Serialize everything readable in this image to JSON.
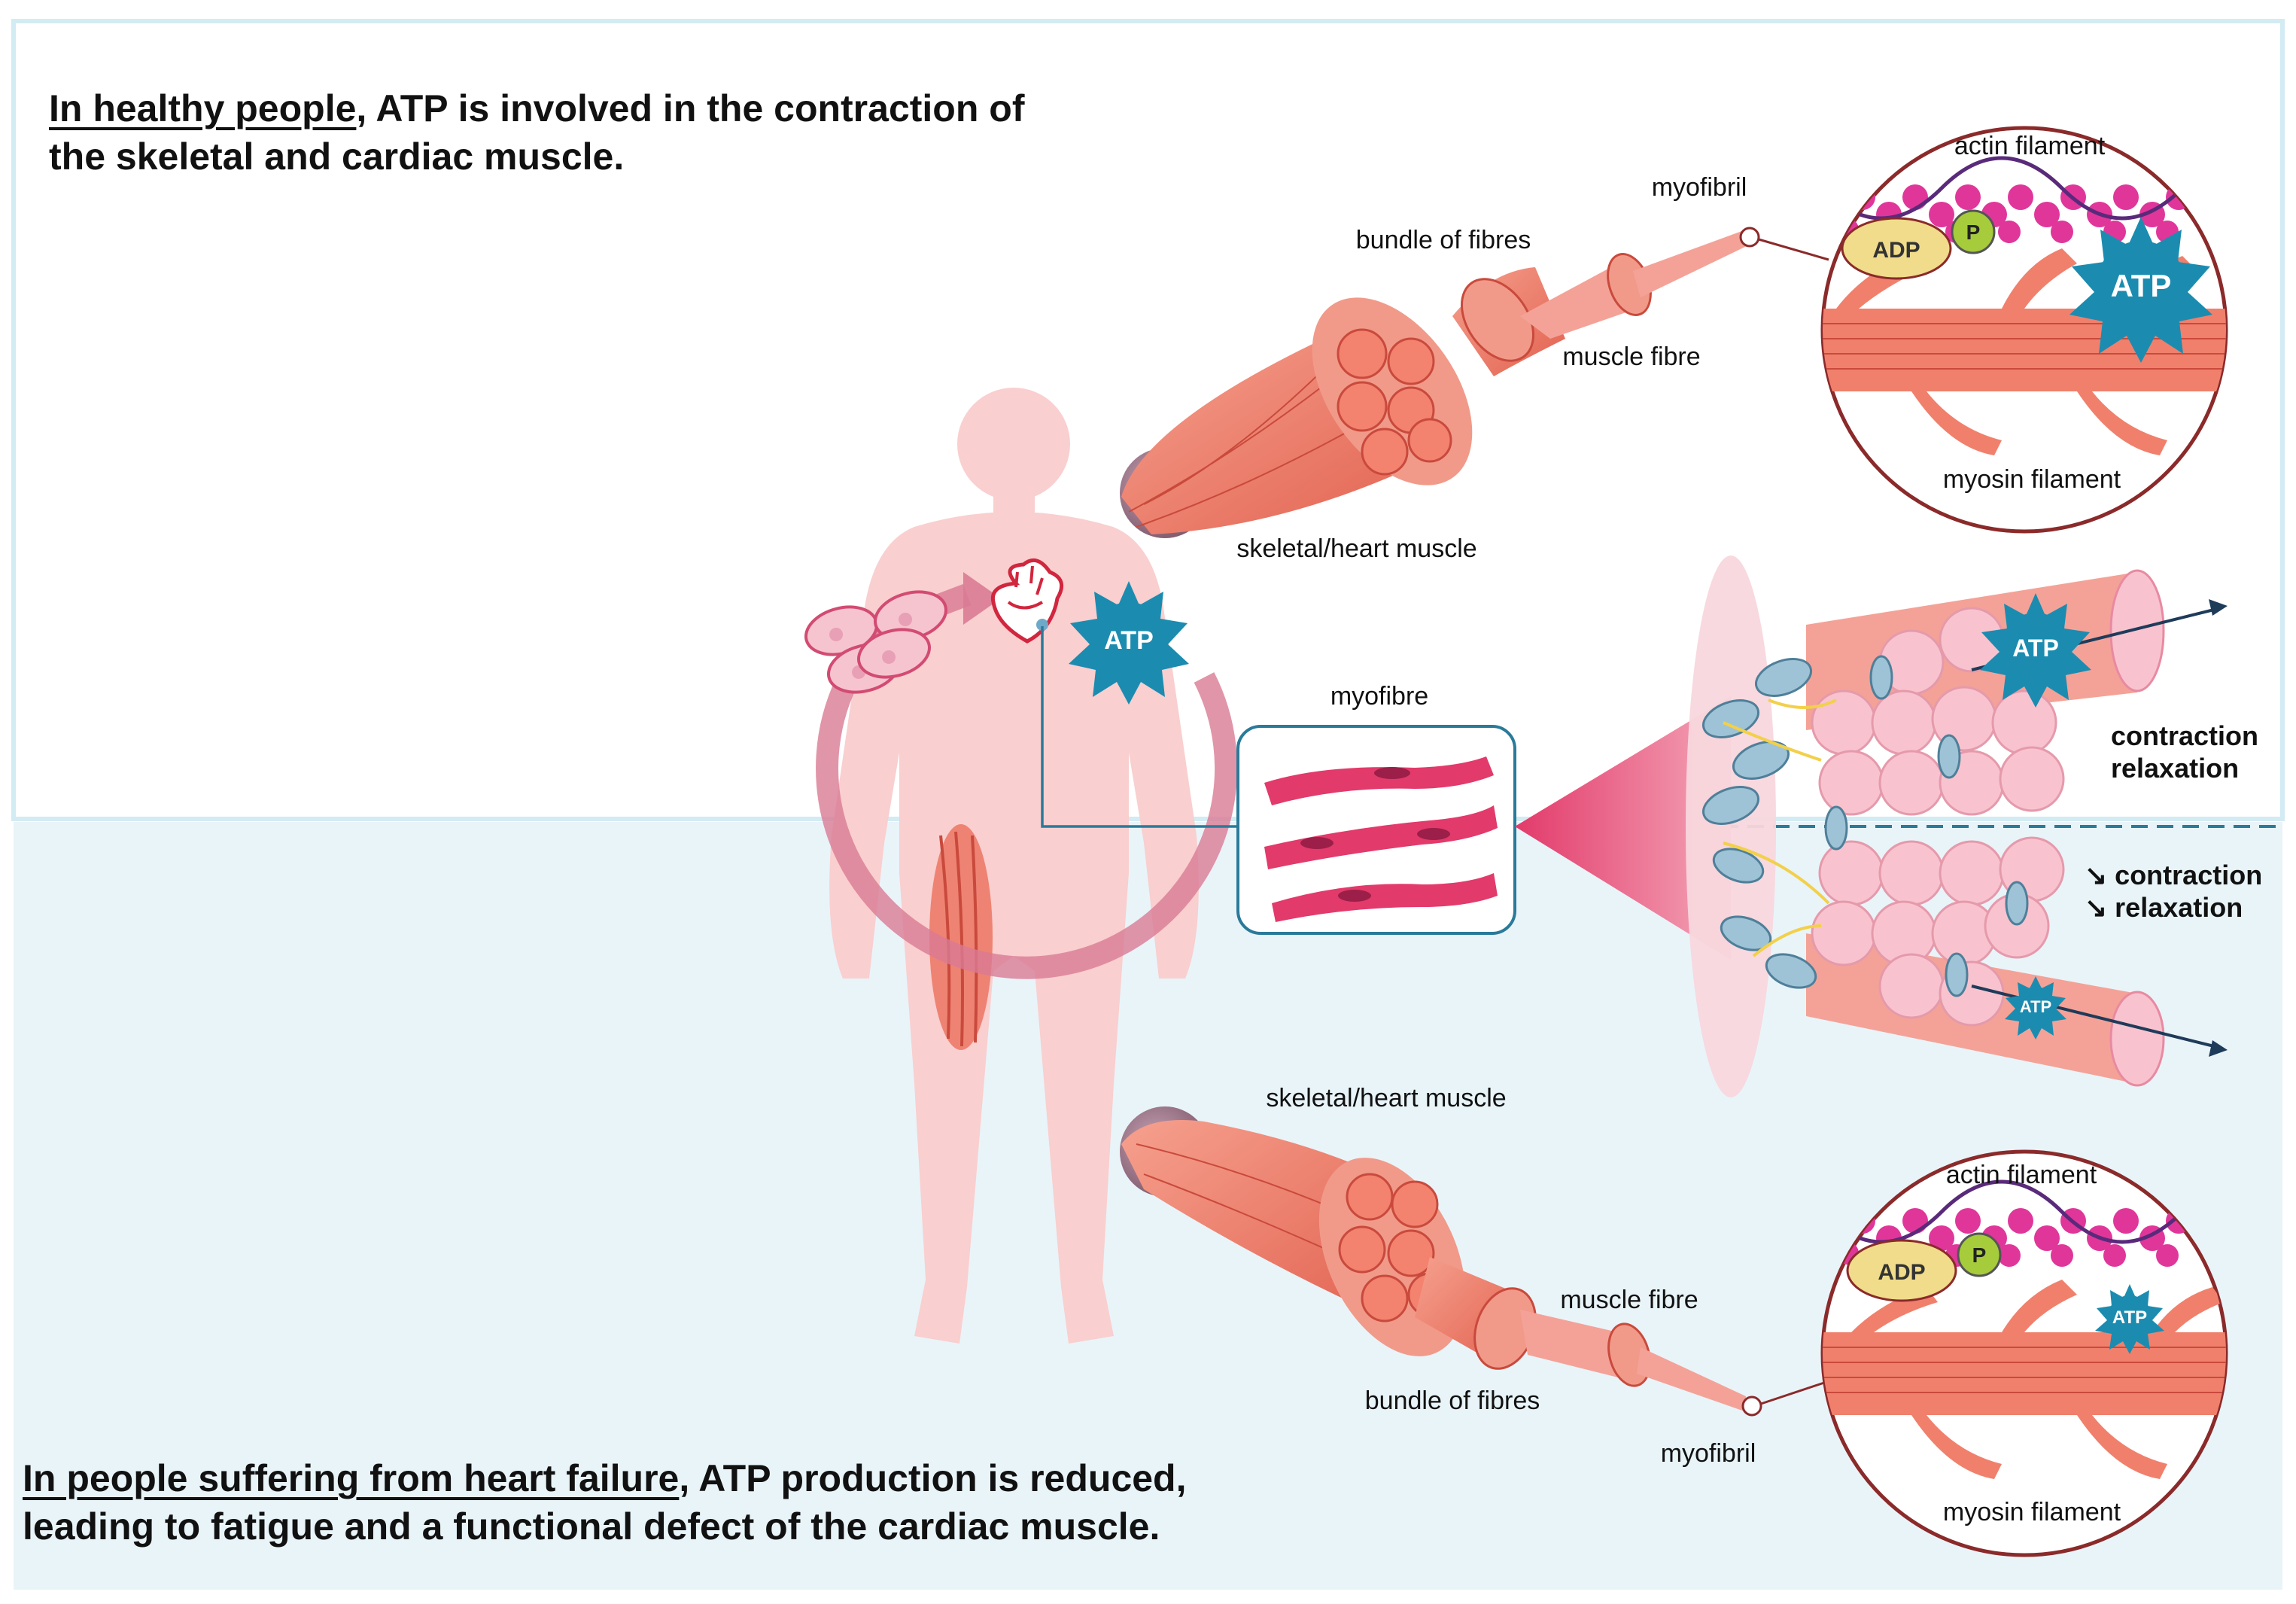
{
  "healthy": {
    "caption_lead": "In healthy people",
    "caption_rest": ", ATP is involved in the contraction of",
    "caption_line2": "the skeletal and cardiac muscle.",
    "labels": {
      "myofibril": "myofibril",
      "bundle_of_fibres": "bundle of fibres",
      "muscle_fibre": "muscle fibre",
      "skeletal_heart_muscle": "skeletal/heart muscle",
      "actin_filament": "actin filament",
      "myosin_filament": "myosin filament",
      "adp": "ADP",
      "p": "P",
      "atp": "ATP"
    },
    "states": {
      "contraction": "contraction",
      "relaxation": "relaxation"
    }
  },
  "heart_failure": {
    "caption_lead": "In people suffering from heart failure",
    "caption_rest": ", ATP production is reduced,",
    "caption_line2": "leading to fatigue and a functional defect of the cardiac muscle.",
    "labels": {
      "myofibril": "myofibril",
      "bundle_of_fibres": "bundle of fibres",
      "muscle_fibre": "muscle fibre",
      "skeletal_heart_muscle": "skeletal/heart muscle",
      "actin_filament": "actin filament",
      "myosin_filament": "myosin filament",
      "adp": "ADP",
      "p": "P",
      "atp": "ATP"
    },
    "states": {
      "contraction": "↘ contraction",
      "relaxation": "↘ relaxation"
    }
  },
  "center": {
    "myofibre": "myofibre",
    "atp_body": "ATP",
    "atp_healthy_fibre": "ATP",
    "atp_failure_fibre": "ATP"
  },
  "colors": {
    "muscle": "#f0806c",
    "muscle_dark": "#e2614f",
    "body": "#f9cfcf",
    "atp": "#1b8cb0",
    "cycle": "#d97a94",
    "bottom_panel": "#e9f4f9",
    "circle_border": "#8b2a2a",
    "actin": "#e0369a",
    "adp": "#f0dc8a",
    "p": "#a6cc3c"
  }
}
